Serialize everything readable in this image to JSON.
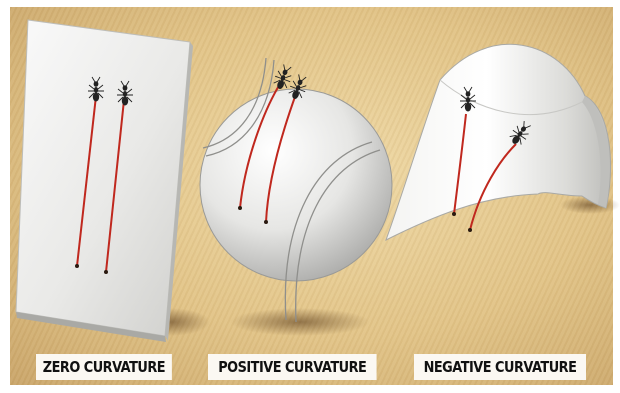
{
  "labels": {
    "zero": "ZERO CURVATURE",
    "positive": "POSITIVE CURVATURE",
    "negative": "NEGATIVE CURVATURE"
  },
  "colors": {
    "background": "#e2c487",
    "path": "#c0281e",
    "surface": "#f2f2f0",
    "label_bg": "#fbf8f2"
  },
  "icons": [
    "ant-icon"
  ]
}
